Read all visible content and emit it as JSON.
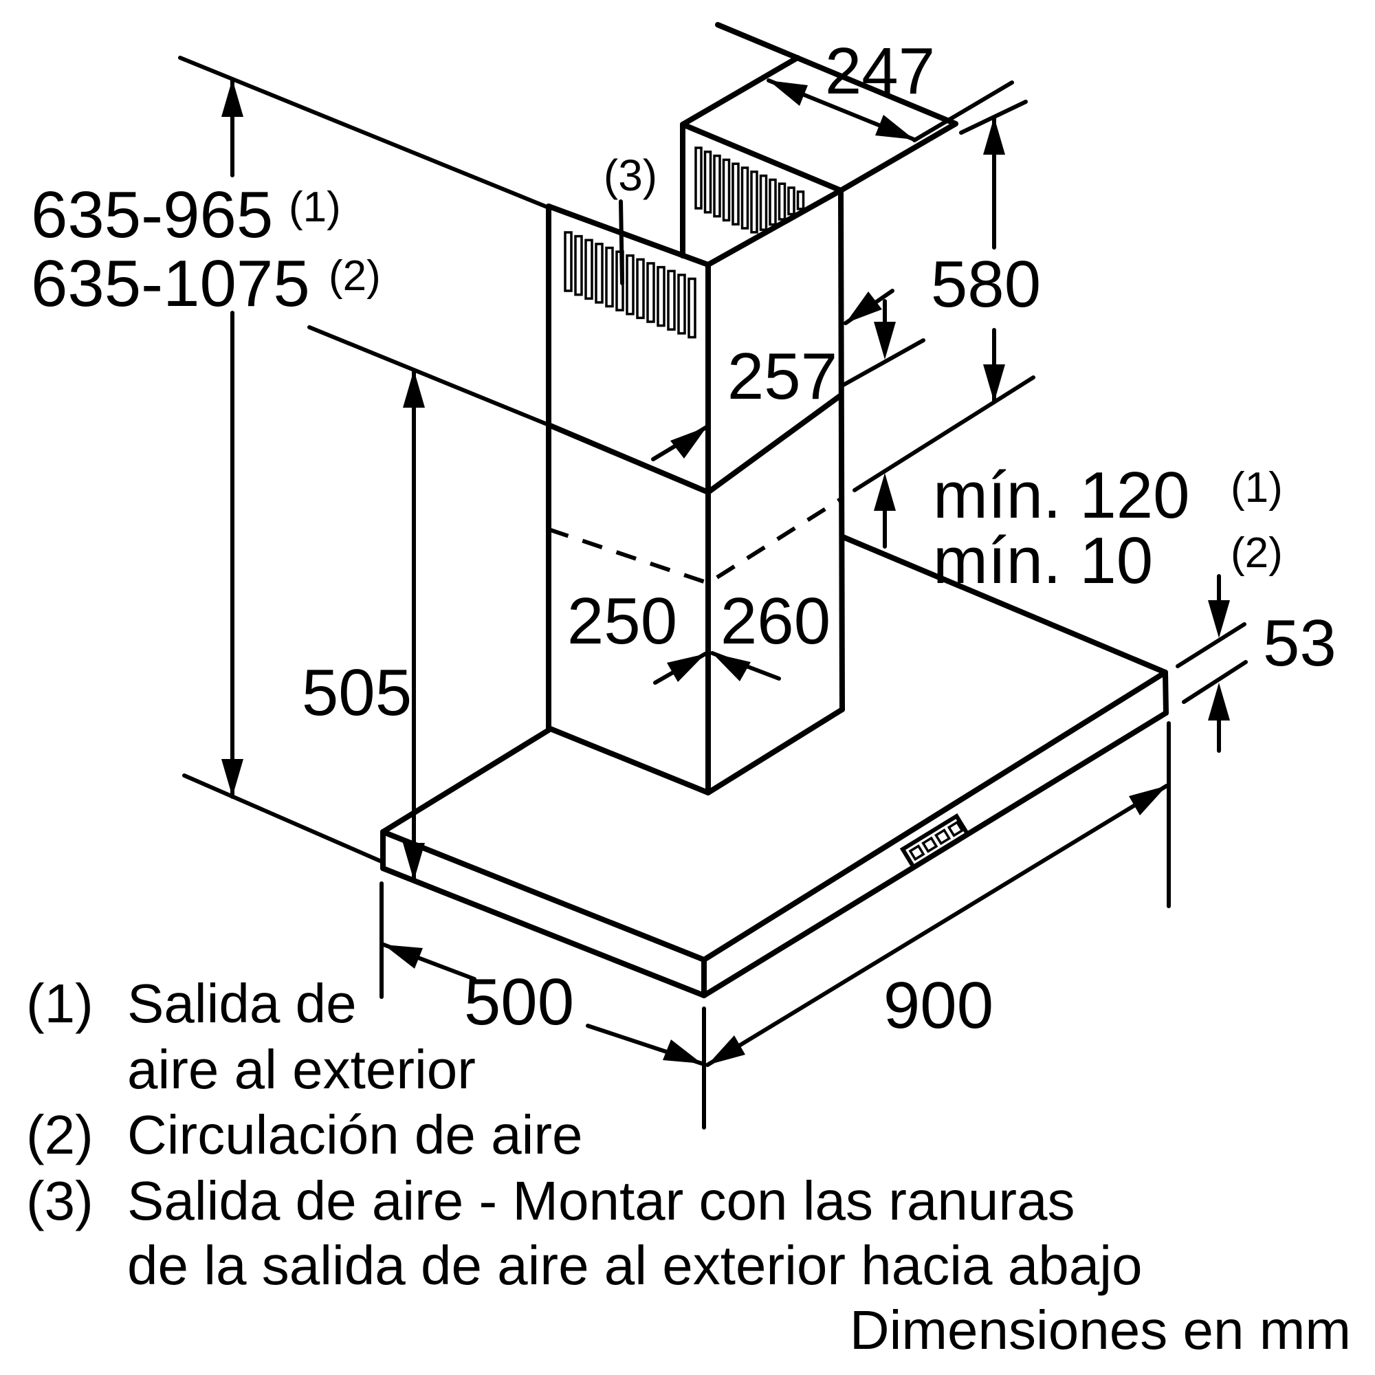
{
  "figure": {
    "type": "technical-dimension-drawing",
    "product": "wall-mounted chimney hood",
    "dimensions": {
      "height_range_ducted": "635-965",
      "height_range_ducted_ref": "(1)",
      "height_range_recirc": "635-1075",
      "height_range_recirc_ref": "(2)",
      "chimney_top_depth": "247",
      "chimney_upper_width": "257",
      "chimney_upper_length": "580",
      "chimney_lower_height": "505",
      "chimney_base_left": "250",
      "chimney_base_right": "260",
      "min_clearance_ducted": "mín. 120",
      "min_clearance_ducted_ref": "(1)",
      "min_clearance_recirc": "mín. 10",
      "min_clearance_recirc_ref": "(2)",
      "canopy_height": "53",
      "canopy_width": "900",
      "canopy_depth": "500",
      "vent_slots_callout": "(3)"
    },
    "legend": {
      "item1_ref": "(1)",
      "item1_line1": "Salida de",
      "item1_line2": "aire al exterior",
      "item2_ref": "(2)",
      "item2_text": "Circulación de aire",
      "item3_ref": "(3)",
      "item3_line1": "Salida de aire - Montar con las ranuras",
      "item3_line2": "de la salida de aire al exterior hacia abajo",
      "footer": "Dimensiones en mm"
    }
  }
}
